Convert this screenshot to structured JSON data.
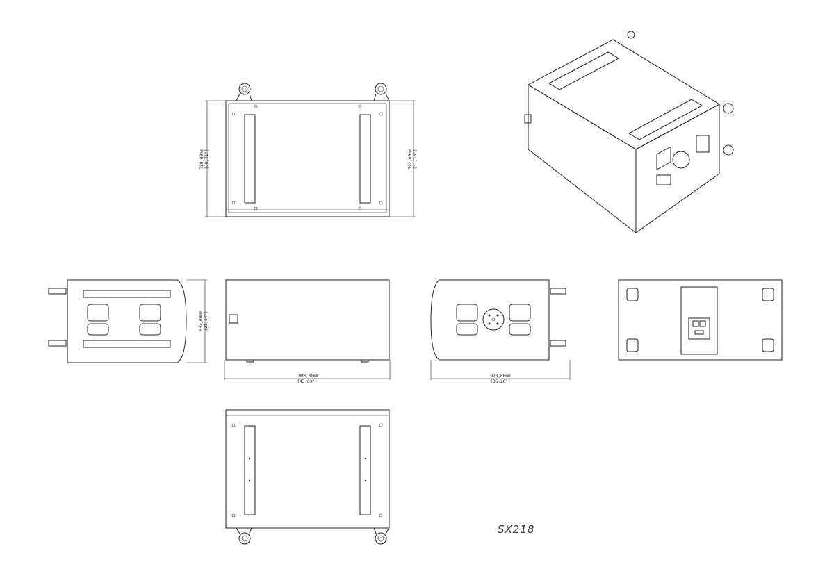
{
  "model": "SX218",
  "dimensions": {
    "top_depth_left": {
      "mm": "780,00mm",
      "inch": "[30,71\"]"
    },
    "top_depth_right": {
      "mm": "792,00mm",
      "inch": "[31,18\"]"
    },
    "side_height": {
      "mm": "537,00mm",
      "inch": "[21,14\"]"
    },
    "side_width": {
      "mm": "1093,00mm",
      "inch": "[43,03\"]"
    },
    "front_width": {
      "mm": "920,00mm",
      "inch": "[36,20\"]"
    }
  }
}
